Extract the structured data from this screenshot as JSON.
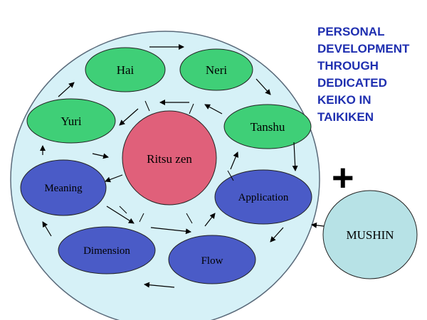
{
  "title": {
    "lines": [
      "PERSONAL",
      "DEVELOPMENT",
      "THROUGH",
      "DEDICATED",
      "KEIKO IN",
      "TAIKIKEN"
    ]
  },
  "nodes": {
    "hai": "Hai",
    "neri": "Neri",
    "yuri": "Yuri",
    "tanshu": "Tanshu",
    "ritsu_zen": "Ritsu zen",
    "meaning": "Meaning",
    "application": "Application",
    "dimension": "Dimension",
    "flow": "Flow",
    "mushin": "MUSHIN"
  },
  "plus": "+",
  "colors": {
    "outer_circle": "#d6f1f7",
    "green": "#3fcf77",
    "blue": "#4a5bc7",
    "center": "#e0607a",
    "mushin": "#b7e2e6",
    "title": "#1f2fb0"
  }
}
